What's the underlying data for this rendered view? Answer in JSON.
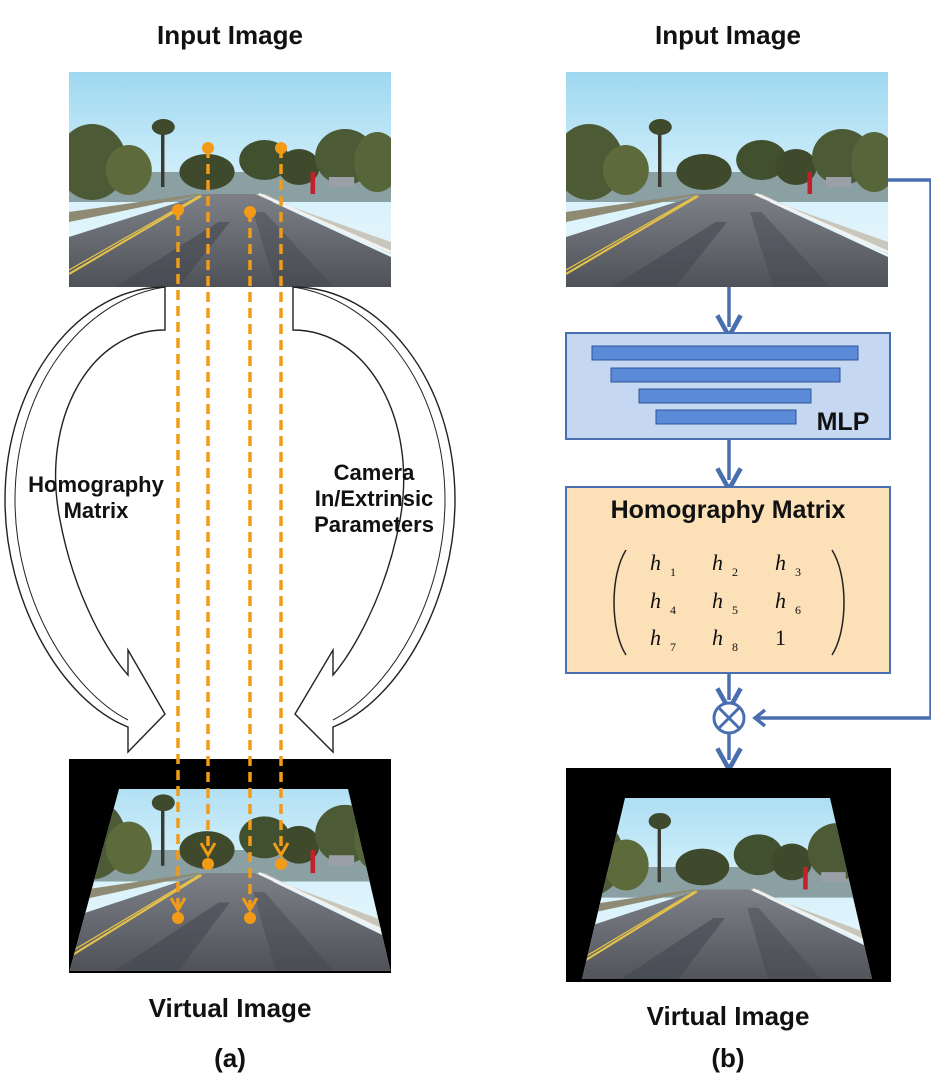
{
  "panel_a": {
    "input_title": "Input Image",
    "left_arrow_label": "Homography\nMatrix",
    "right_arrow_label": "Camera\nIn/Extrinsic\nParameters",
    "output_title": "Virtual Image",
    "caption": "(a)"
  },
  "panel_b": {
    "input_title": "Input Image",
    "mlp_label": "MLP",
    "homography_title": "Homography Matrix",
    "matrix": [
      [
        {
          "sym": "h",
          "sub": "1"
        },
        {
          "sym": "h",
          "sub": "2"
        },
        {
          "sym": "h",
          "sub": "3"
        }
      ],
      [
        {
          "sym": "h",
          "sub": "4"
        },
        {
          "sym": "h",
          "sub": "5"
        },
        {
          "sym": "h",
          "sub": "6"
        }
      ],
      [
        {
          "sym": "h",
          "sub": "7"
        },
        {
          "sym": "h",
          "sub": "8"
        },
        {
          "sym": "1",
          "sub": ""
        }
      ]
    ],
    "operator": "⊗",
    "output_title": "Virtual Image",
    "caption": "(b)"
  },
  "colors": {
    "orange": "#F39A17",
    "blue": "#4A6FB0",
    "mlp_fill": "#C6D7F2",
    "mlp_bar": "#5B8AD8",
    "matrix_fill": "#FBE0B8",
    "sky": "#BFE8F5",
    "road": "#6B6E74"
  }
}
